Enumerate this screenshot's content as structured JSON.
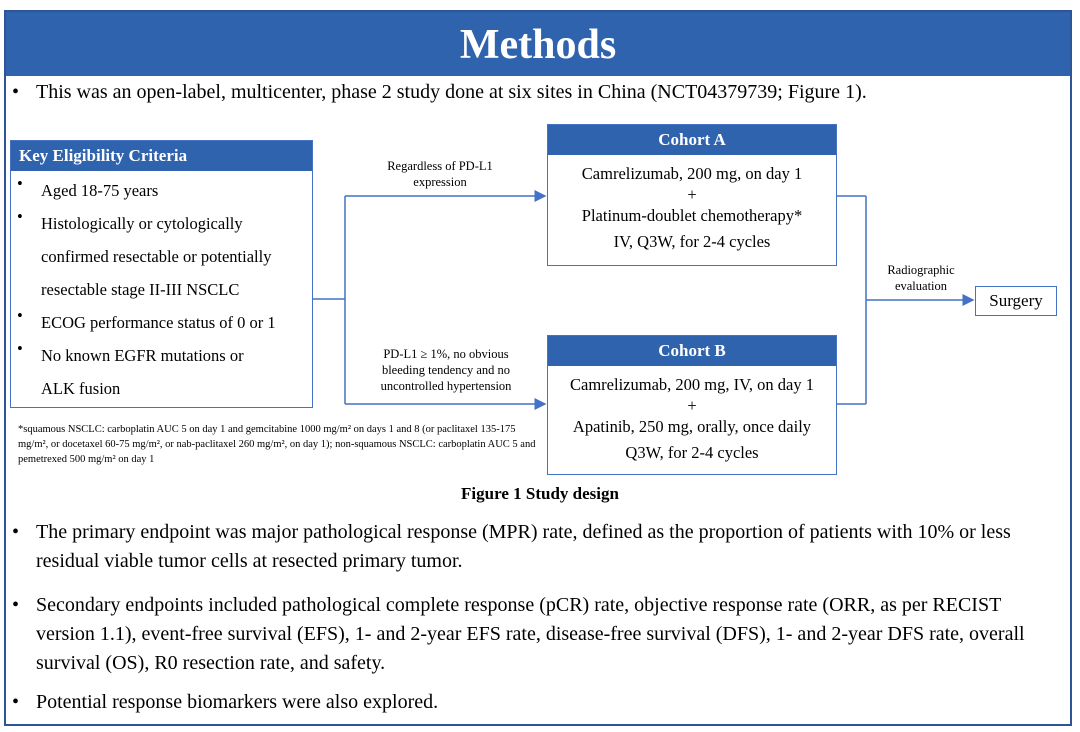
{
  "header": {
    "title": "Methods"
  },
  "intro": {
    "bullet": "•",
    "text": "This was an open-label, multicenter, phase 2 study done at six sites in China (NCT04379739; Figure 1)."
  },
  "criteria": {
    "title": "Key  Eligibility Criteria",
    "items": [
      {
        "bullet": "•",
        "lines": [
          "Aged 18-75 years"
        ]
      },
      {
        "bullet": "•",
        "lines": [
          "Histologically or cytologically",
          "confirmed resectable or potentially",
          "resectable stage II-III  NSCLC"
        ]
      },
      {
        "bullet": "•",
        "lines": [
          "ECOG performance status of 0 or 1"
        ]
      },
      {
        "bullet": "•",
        "lines": [
          "No known EGFR mutations or",
          "ALK fusion"
        ]
      }
    ]
  },
  "cohort_a": {
    "title": "Cohort A",
    "lines": [
      "Camrelizumab, 200 mg, on day 1",
      "+",
      "Platinum-doublet chemotherapy*",
      "IV, Q3W, for 2-4 cycles"
    ],
    "label": [
      "Regardless  of PD-L1",
      "expression"
    ]
  },
  "cohort_b": {
    "title": "Cohort B",
    "lines": [
      "Camrelizumab, 200 mg, IV, on day 1",
      "+",
      "Apatinib, 250 mg, orally, once daily",
      "Q3W, for 2-4 cycles"
    ],
    "label": [
      "PD-L1 ≥ 1%, no obvious",
      "bleeding tendency and no",
      "uncontrolled hypertension"
    ]
  },
  "radiographic_label": [
    "Radiographic",
    "evaluation"
  ],
  "surgery": "Surgery",
  "footnote": "*squamous NSCLC: carboplatin AUC 5 on day 1 and gemcitabine 1000 mg/m² on days 1 and 8 (or paclitaxel 135-175 mg/m², or docetaxel 60-75 mg/m², or nab-paclitaxel 260 mg/m², on day 1); non-squamous NSCLC: carboplatin AUC 5 and pemetrexed 500 mg/m² on day 1",
  "figure_caption": "Figure 1 Study design",
  "bullets": [
    {
      "bullet": "•",
      "text": "The primary endpoint was major pathological response (MPR) rate, defined as the proportion of patients with 10% or less residual viable tumor cells at resected primary tumor."
    },
    {
      "bullet": "•",
      "text": "Secondary endpoints included pathological complete response (pCR) rate, objective response rate (ORR, as per RECIST version 1.1), event-free survival (EFS), 1- and 2-year EFS rate, disease-free survival (DFS), 1- and 2-year DFS rate, overall survival (OS), R0 resection rate, and safety."
    },
    {
      "bullet": "•",
      "text": "Potential response biomarkers were also explored."
    }
  ],
  "colors": {
    "accent": "#2f63ad",
    "border": "#4472c4"
  }
}
